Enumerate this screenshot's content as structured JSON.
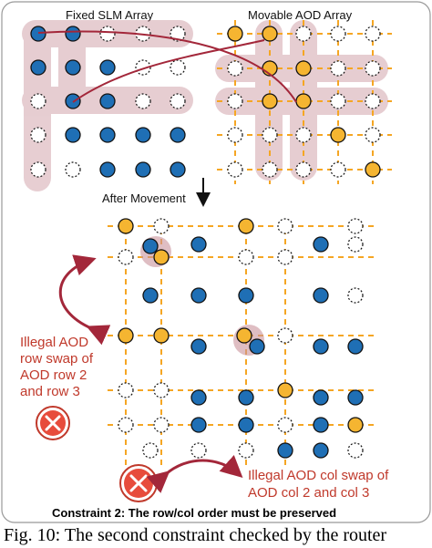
{
  "figure": {
    "slm_title": "Fixed SLM Array",
    "aod_title": "Movable AOD Array",
    "after_movement": "After Movement",
    "illegal_row_lines": [
      "Illegal AOD",
      "row swap of",
      "AOD row 2",
      "and row 3"
    ],
    "illegal_col_lines": [
      "Illegal AOD col swap of",
      "AOD col 2 and col 3"
    ],
    "constraint": "Constraint 2: The row/col order must be preserved",
    "caption": "Fig. 10: The second constraint checked by the router",
    "colors": {
      "slm_atom": "#1f6fb5",
      "aod_atom": "#f5b531",
      "highlight": "#c9929b",
      "arrow": "#a3273a",
      "illegal": "#c0392b",
      "aod_line": "#f5a623"
    },
    "icons": [
      "x-circle-icon",
      "curved-arrow-icon",
      "down-arrow-icon"
    ]
  }
}
